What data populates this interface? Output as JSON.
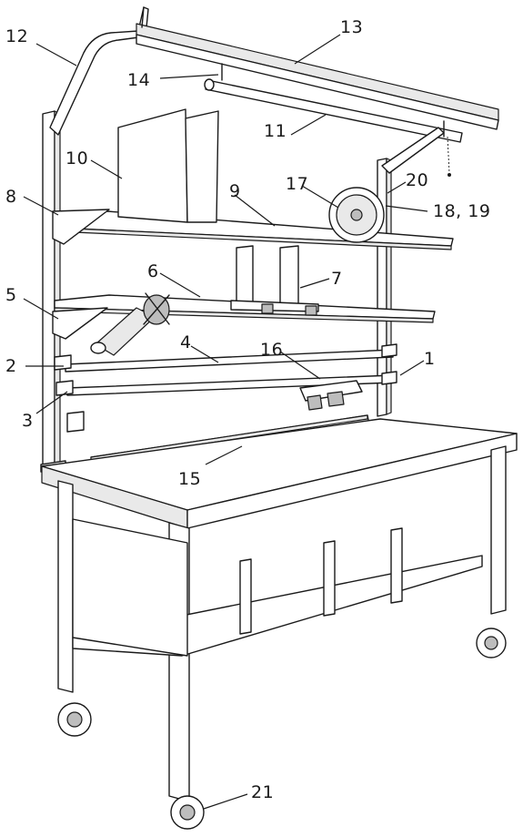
{
  "callouts": [
    {
      "id": "1",
      "label": "1"
    },
    {
      "id": "2",
      "label": "2"
    },
    {
      "id": "3",
      "label": "3"
    },
    {
      "id": "4",
      "label": "4"
    },
    {
      "id": "5",
      "label": "5"
    },
    {
      "id": "6",
      "label": "6"
    },
    {
      "id": "7",
      "label": "7"
    },
    {
      "id": "8",
      "label": "8"
    },
    {
      "id": "9",
      "label": "9"
    },
    {
      "id": "10",
      "label": "10"
    },
    {
      "id": "11",
      "label": "11"
    },
    {
      "id": "12",
      "label": "12"
    },
    {
      "id": "13",
      "label": "13"
    },
    {
      "id": "14",
      "label": "14"
    },
    {
      "id": "15",
      "label": "15"
    },
    {
      "id": "16",
      "label": "16"
    },
    {
      "id": "17",
      "label": "17"
    },
    {
      "id": "18_19",
      "label": "18, 19"
    },
    {
      "id": "20",
      "label": "20"
    },
    {
      "id": "21",
      "label": "21"
    }
  ]
}
